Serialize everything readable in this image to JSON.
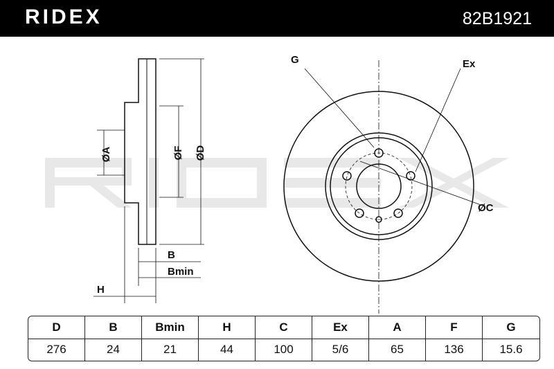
{
  "header": {
    "brand": "RIDEX",
    "part_number": "82B1921"
  },
  "watermark": "RIDEX",
  "drawing_labels": {
    "A": "ØA",
    "F": "ØF",
    "D": "ØD",
    "B": "B",
    "Bmin": "Bmin",
    "H": "H",
    "G": "G",
    "Ex": "Ex",
    "C": "ØC"
  },
  "table": {
    "headers": [
      "D",
      "B",
      "Bmin",
      "H",
      "C",
      "Ex",
      "A",
      "F",
      "G"
    ],
    "values": [
      "276",
      "24",
      "21",
      "44",
      "100",
      "5/6",
      "65",
      "136",
      "15.6"
    ]
  }
}
